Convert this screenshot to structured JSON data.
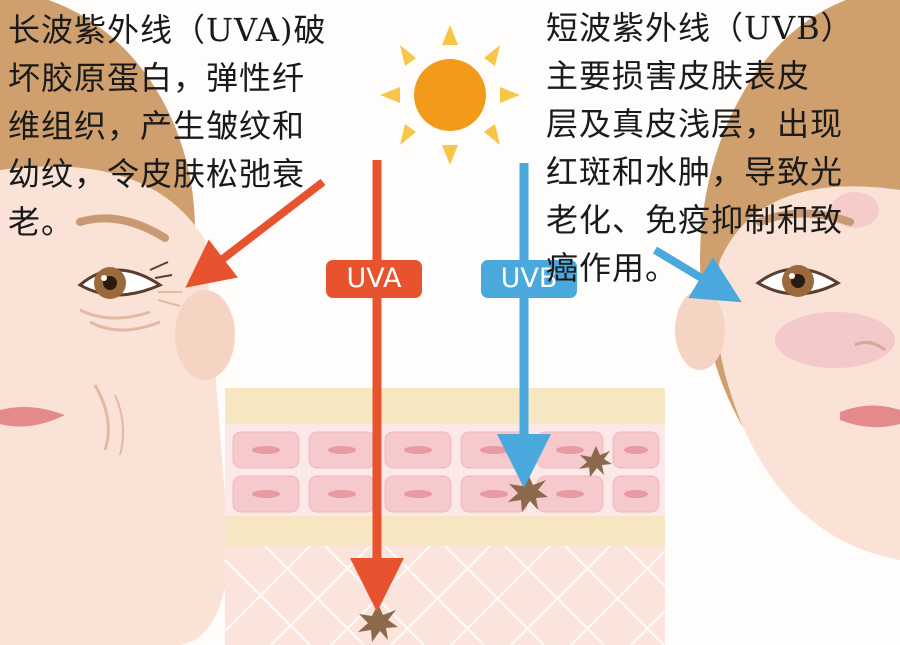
{
  "uva": {
    "label": "UVA",
    "color": "#e8532f",
    "description_lines": [
      "长波紫外线（UVA)破",
      "坏胶原蛋白，弹性纤",
      "维组织，产生皱纹和",
      "幼纹，令皮肤松弛衰",
      "老。"
    ]
  },
  "uvb": {
    "label": "UVB",
    "color": "#4aa8dd",
    "description_lines": [
      "短波紫外线（UVB）",
      "主要损害皮肤表皮",
      "层及真皮浅层，出现",
      "红斑和水肿，导致光",
      "老化、免疫抑制和致",
      "癌作用。"
    ]
  },
  "colors": {
    "skin": "#fae3d6",
    "hair": "#cf9f6e",
    "sun": "#f39a1a",
    "epidermis": "#f7e6c2",
    "cell": "#f6c9cd",
    "dermis": "#fbe4dc"
  }
}
